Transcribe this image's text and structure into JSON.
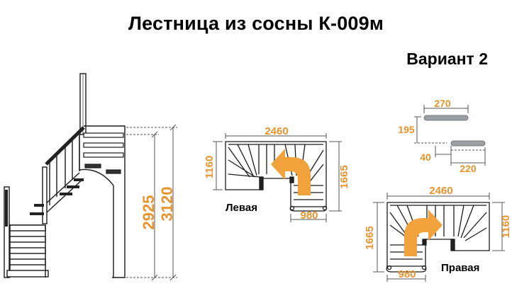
{
  "title": "Лестница из сосны  К-009м",
  "variant": "Вариант 2",
  "colors": {
    "dimension": "#e8932c",
    "arrow": "#f2a23a",
    "line": "#1a1a1a",
    "tread": "#9aa0a6"
  },
  "side_view": {
    "height_1": "2925",
    "height_2": "3120"
  },
  "left_plan": {
    "label": "Левая",
    "width": "2460",
    "left_depth": "1160",
    "right_depth": "1665",
    "flight_width": "980"
  },
  "right_plan": {
    "label": "Правая",
    "width": "2460",
    "left_depth": "1665",
    "right_depth": "1160",
    "flight_width": "980"
  },
  "step_detail": {
    "tread": "270",
    "rise": "195",
    "nosing": "40",
    "lower_tread": "220"
  }
}
